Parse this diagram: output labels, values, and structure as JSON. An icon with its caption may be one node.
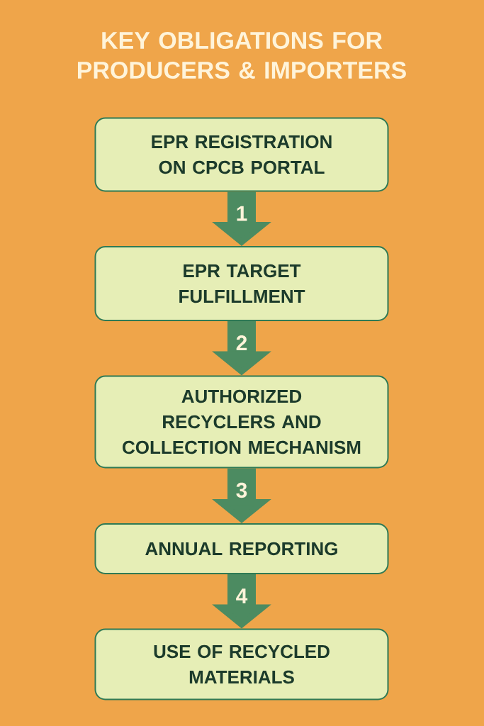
{
  "diagram": {
    "title": "KEY OBLIGATIONS FOR PRODUCERS & IMPORTERS",
    "nodes": [
      {
        "text": [
          "EPR REGISTRATION ON CPCB PORTAL"
        ]
      },
      {
        "text": [
          "EPR TARGET FULFILLMENT"
        ]
      },
      {
        "text": [
          "AUTHORIZED RECYCLERS AND COLLECTION MECHANISM"
        ]
      },
      {
        "text": [
          "ANNUAL REPORTING"
        ]
      },
      {
        "text": [
          "USE OF RECYCLED MATERIALS"
        ]
      }
    ],
    "edges": [
      {
        "from": 0,
        "to": 1,
        "arrow": "to",
        "label": "1"
      },
      {
        "from": 1,
        "to": 2,
        "arrow": "to",
        "label": "2"
      },
      {
        "from": 2,
        "to": 3,
        "arrow": "to",
        "label": "3"
      },
      {
        "from": 3,
        "to": 4,
        "arrow": "to",
        "label": "4"
      }
    ]
  }
}
